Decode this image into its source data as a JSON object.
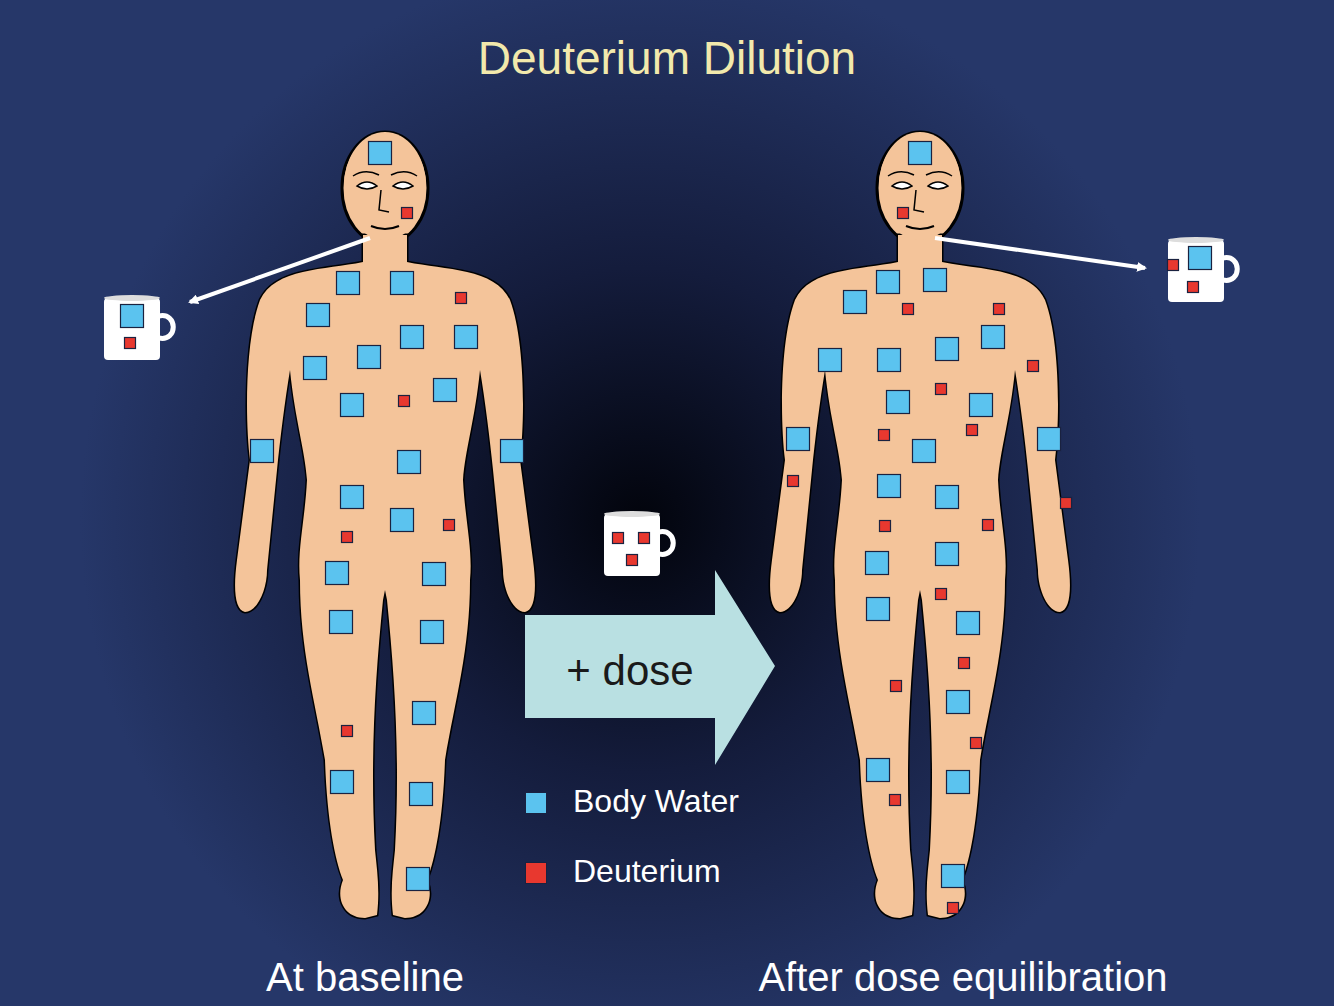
{
  "diagram": {
    "title": "Deuterium Dilution",
    "labels": [
      "+ dose",
      "At baseline",
      "After dose equilibration"
    ],
    "legend": [
      {
        "text": "Body Water",
        "color": "#5bc3ef"
      },
      {
        "text": "Deuterium",
        "color": "#e8382f"
      }
    ]
  }
}
